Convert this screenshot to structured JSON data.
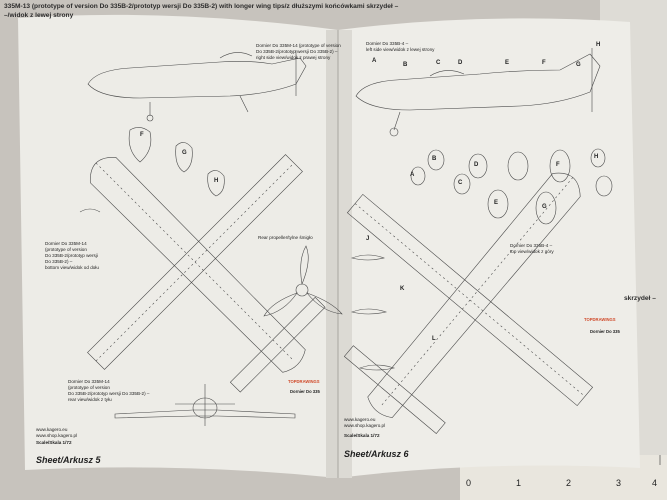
{
  "top_caption": {
    "line1": "335M-13 (prototype of version Do 335B-2/prototyp wersji Do 335B-2) with longer wing tips/z dłuższymi końcówkami skrzydeł –",
    "line2": "–/widok z lewej strony"
  },
  "right_page_edge_text": "skrzydeł –",
  "left_page": {
    "top_view_caption": [
      "Dornier Do 335M-14 (prototype of version",
      "Do 335B-2/prototyp wersji Do 335B-2) –",
      "right side view/widok z prawej strony"
    ],
    "bottom_view_caption": [
      "Dornier Do 335M-14",
      "(prototype of version",
      "Do 335B-2/prototyp wersji",
      "Do 335B-2) –",
      "bottom view/widok od dołu"
    ],
    "propeller_caption": "Rear propeller/tylne śmigło",
    "rear_view_caption": [
      "Dornier Do 335M-14",
      "(prototype of version",
      "Do 335B-2/prototyp wersji Do 335B-2) –",
      "rear view/widok z tyłu"
    ],
    "section_letters": [
      "F",
      "G",
      "H"
    ],
    "brand": "TOPDRAWINGS",
    "model": "Dornier Do 335",
    "website": [
      "www.kagero.eu",
      "www.shop.kagero.pl"
    ],
    "scale": "Scale/Skala 1/72",
    "sheet": "Sheet/Arkusz 5"
  },
  "right_page": {
    "side_view_caption": [
      "Dornier Do 335B-4 –",
      "left side view/widok z lewej strony"
    ],
    "top_view_caption": [
      "Dornier Do 335B-4 –",
      "top view/widok z góry"
    ],
    "station_letters": [
      "A",
      "B",
      "C",
      "D",
      "E",
      "F",
      "G",
      "H"
    ],
    "section_letters_mid": [
      "A",
      "B",
      "C",
      "D",
      "E",
      "F",
      "G",
      "H"
    ],
    "wing_letters": [
      "J",
      "K",
      "L"
    ],
    "brand": "TOPDRAWINGS",
    "model": "Dornier Do 335",
    "website": [
      "www.kagero.eu",
      "www.shop.kagero.pl"
    ],
    "scale": "Scale/Skala 1/72",
    "sheet": "Sheet/Arkusz 6"
  },
  "ruler_numbers": [
    "0",
    "1",
    "2",
    "3",
    "4"
  ],
  "colors": {
    "background": "#c9c5bf",
    "paper": "#ecebe6",
    "ink": "#3a3a3a"
  }
}
